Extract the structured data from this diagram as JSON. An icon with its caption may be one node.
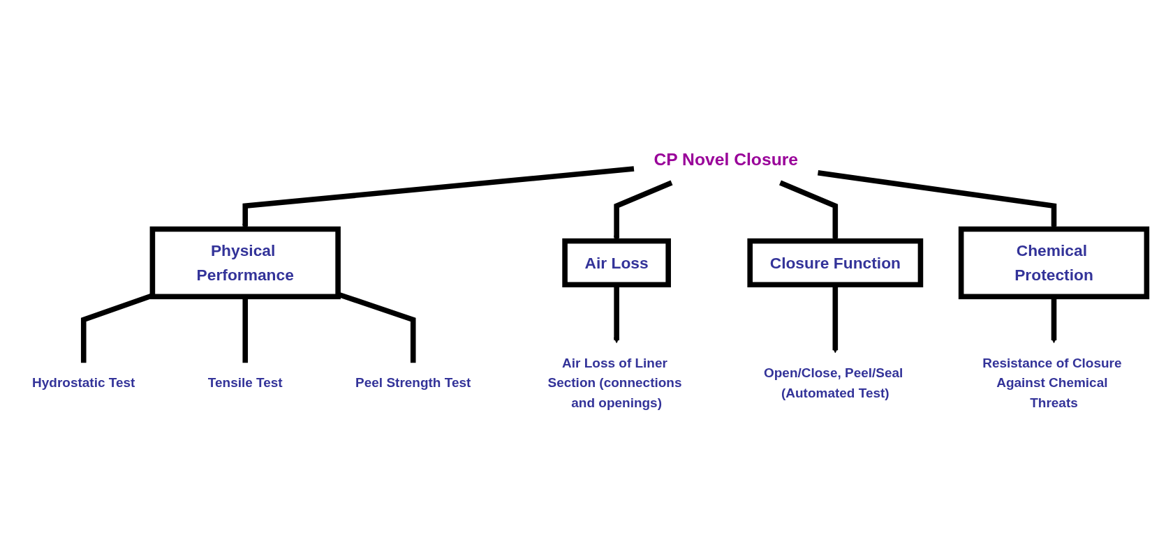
{
  "diagram": {
    "nodes": [
      {
        "text": [
          "CP Novel Closure"
        ]
      },
      {
        "text": [
          "Physical Performance"
        ]
      },
      {
        "text": [
          "Air Loss"
        ]
      },
      {
        "text": [
          "Closure Function"
        ]
      },
      {
        "text": [
          "Chemical Protection"
        ]
      },
      {
        "text": [
          "Hydrostatic Test"
        ]
      },
      {
        "text": [
          "Tensile Test"
        ]
      },
      {
        "text": [
          "Peel Strength Test"
        ]
      },
      {
        "text": [
          "Air Loss of Liner Section (connections and openings)"
        ]
      },
      {
        "text": [
          "Open/Close, Peel/Seal (Automated Test)"
        ]
      },
      {
        "text": [
          "Resistance of Closure Against Chemical Threats"
        ]
      }
    ],
    "edges": [
      {
        "from": 0,
        "to": 1,
        "arrow": "to"
      },
      {
        "from": 0,
        "to": 2,
        "arrow": "to"
      },
      {
        "from": 0,
        "to": 3,
        "arrow": "to"
      },
      {
        "from": 0,
        "to": 4,
        "arrow": "to"
      },
      {
        "from": 1,
        "to": 5,
        "arrow": "none"
      },
      {
        "from": 1,
        "to": 6,
        "arrow": "none"
      },
      {
        "from": 1,
        "to": 7,
        "arrow": "none"
      },
      {
        "from": 2,
        "to": 8,
        "arrow": "to"
      },
      {
        "from": 3,
        "to": 9,
        "arrow": "to"
      },
      {
        "from": 4,
        "to": 10,
        "arrow": "to"
      }
    ]
  }
}
